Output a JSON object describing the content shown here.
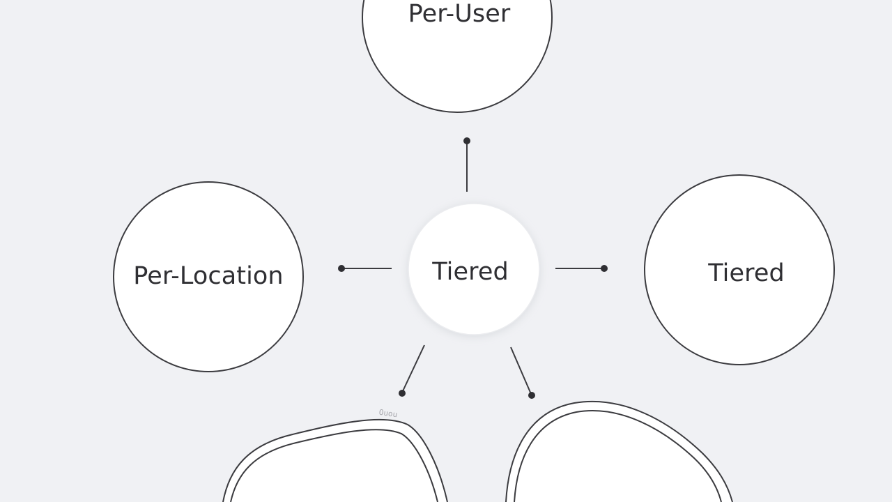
{
  "diagram": {
    "center": {
      "label": "Tiered"
    },
    "nodes": {
      "top": {
        "label": "Per-User"
      },
      "left": {
        "label": "Per-Location"
      },
      "right": {
        "label": "Tiered"
      }
    },
    "faint_text": "Ouou"
  },
  "colors": {
    "background": "#f0f1f4",
    "node_fill": "#ffffff",
    "stroke": "#3b3b3f",
    "text": "#2f2f33"
  }
}
